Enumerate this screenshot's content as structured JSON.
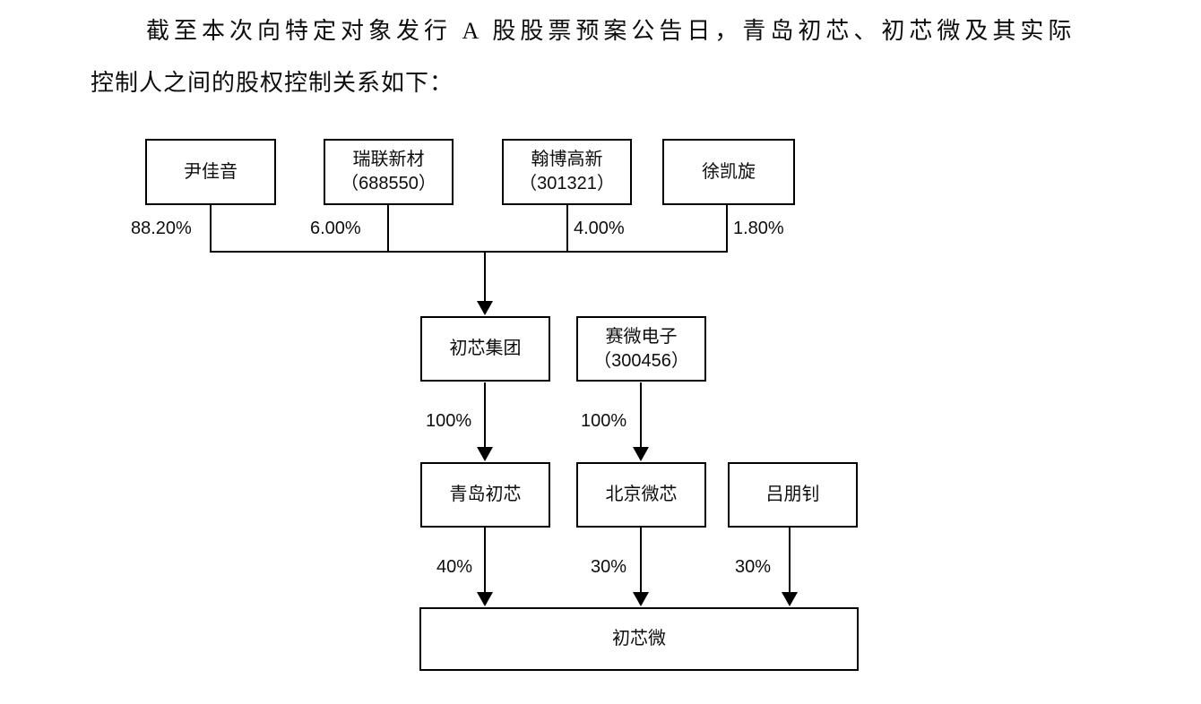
{
  "intro": {
    "line1": "截至本次向特定对象发行 A 股股票预案公告日，青岛初芯、初芯微及其实际",
    "line2": "控制人之间的股权控制关系如下："
  },
  "diagram": {
    "nodes": {
      "yinjiayin": {
        "label": "尹佳音"
      },
      "ruilian": {
        "label": "瑞联新材",
        "code": "（688550）"
      },
      "hanbo": {
        "label": "翰博高新",
        "code": "（301321）"
      },
      "xukaixuan": {
        "label": "徐凯旋"
      },
      "chuxin_group": {
        "label": "初芯集团"
      },
      "saiwei": {
        "label": "赛微电子",
        "code": "（300456）"
      },
      "qingdao_chuxin": {
        "label": "青岛初芯"
      },
      "beijing_weixin": {
        "label": "北京微芯"
      },
      "lvpengzhao": {
        "label": "吕朋钊"
      },
      "chuxinwei": {
        "label": "初芯微"
      }
    },
    "edges": [
      {
        "from": "尹佳音",
        "to": "初芯集团",
        "label": "88.20%"
      },
      {
        "from": "瑞联新材（688550）",
        "to": "初芯集团",
        "label": "6.00%"
      },
      {
        "from": "翰博高新（301321）",
        "to": "初芯集团",
        "label": "4.00%"
      },
      {
        "from": "徐凯旋",
        "to": "初芯集团",
        "label": "1.80%"
      },
      {
        "from": "初芯集团",
        "to": "青岛初芯",
        "label": "100%"
      },
      {
        "from": "赛微电子（300456）",
        "to": "北京微芯",
        "label": "100%"
      },
      {
        "from": "青岛初芯",
        "to": "初芯微",
        "label": "40%"
      },
      {
        "from": "北京微芯",
        "to": "初芯微",
        "label": "30%"
      },
      {
        "from": "吕朋钊",
        "to": "初芯微",
        "label": "30%"
      }
    ]
  }
}
